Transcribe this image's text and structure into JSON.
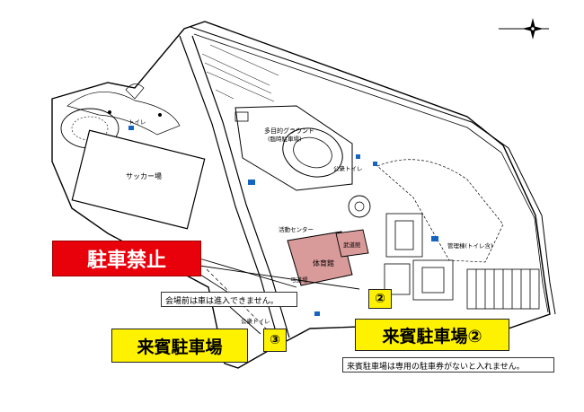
{
  "callouts": {
    "no_parking": "駐車禁止",
    "guest_parking_2": "来賓駐車場②",
    "guest_parking_3": "来賓駐車場"
  },
  "markers": {
    "parking_2": "②",
    "parking_3": "③"
  },
  "notes": {
    "no_entry": "会場前は車は進入できません。",
    "ticket_required": "来賓駐車場は専用の駐車券がないと入れません。"
  },
  "map_labels": {
    "soccer_field": "サッカー場",
    "multipurpose_ground": "多目的グラウンド",
    "temporary_parking": "(臨時駐車場)",
    "gymnasium": "体育館",
    "martial_arts_hall": "武道館",
    "archery_range": "弓道場",
    "management_building": "管理棟(トイレ含)",
    "public_toilet": "公衆トイレ",
    "public_toilet_2": "公衆トイレ",
    "toilet": "トイレ",
    "center": "活動センター"
  },
  "colors": {
    "no_parking_bg": "#e8000b",
    "guest_bg": "#fff200",
    "building_pink": "#d99a9a",
    "water_blue": "#1565c0"
  },
  "icons": {
    "compass": "compass-rose-icon"
  }
}
